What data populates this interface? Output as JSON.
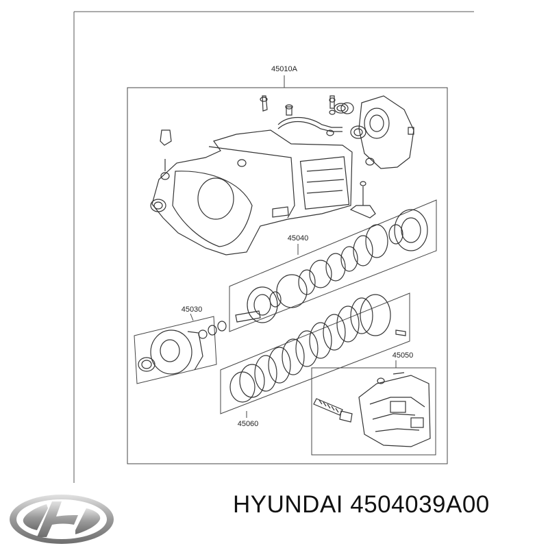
{
  "diagram": {
    "part_labels": {
      "main_kit": "45010A",
      "clutch_group": "45040",
      "pump": "45030",
      "valve_body": "45050",
      "disc_set": "45060"
    }
  },
  "footer": {
    "brand_logo": "hyundai-logo-icon",
    "caption": "HYUNDAI 4504039A00"
  },
  "colors": {
    "line": "#333333",
    "logo_silver": "#9a9a9a",
    "text": "#111111"
  }
}
